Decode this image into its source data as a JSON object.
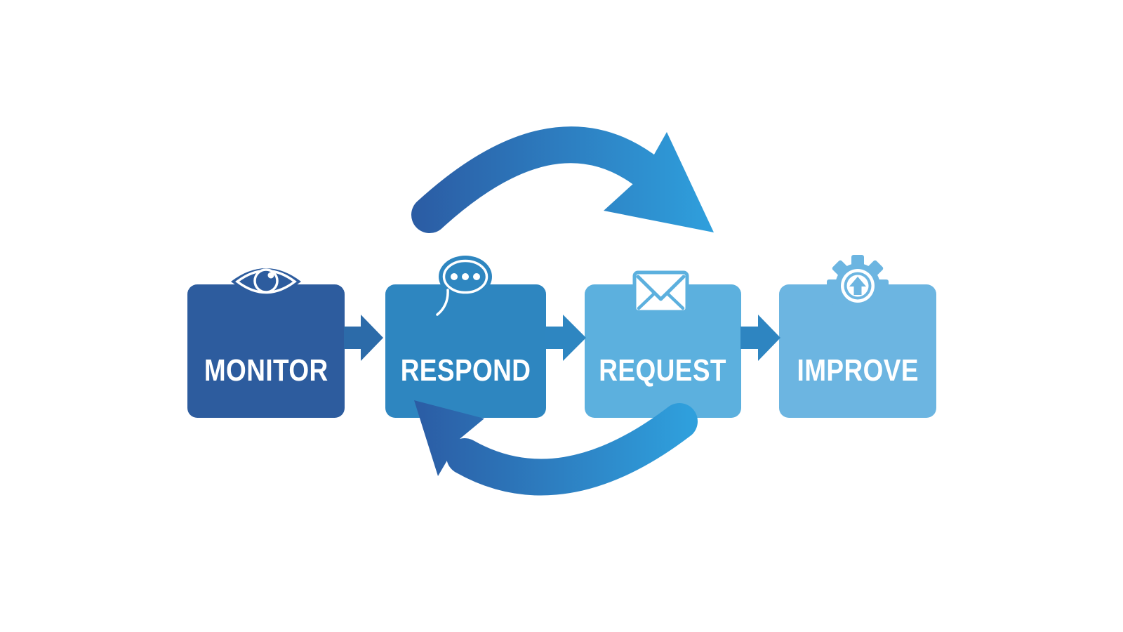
{
  "diagram": {
    "type": "process-cycle",
    "background_color": "#ffffff",
    "text_color": "#ffffff"
  },
  "steps": [
    {
      "label": "MONITOR",
      "icon": "eye-icon",
      "color": "#2d5c9e"
    },
    {
      "label": "RESPOND",
      "icon": "speech-bubble-icon",
      "color": "#2e86c0"
    },
    {
      "label": "REQUEST",
      "icon": "envelope-icon",
      "color": "#5cb0de"
    },
    {
      "label": "IMPROVE",
      "icon": "gear-up-arrow-icon",
      "color": "#6cb5e1"
    }
  ],
  "step_connector_colors": [
    "#2c6ba9",
    "#2e86c1",
    "#2e85c1"
  ],
  "cycle_arrows": {
    "top": {
      "direction": "left-to-right",
      "gradient_start": "#2b5ca4",
      "gradient_end": "#2fa0dd"
    },
    "bottom": {
      "direction": "right-to-left",
      "gradient_start": "#2b5ca4",
      "gradient_end": "#2f9fdc"
    }
  }
}
